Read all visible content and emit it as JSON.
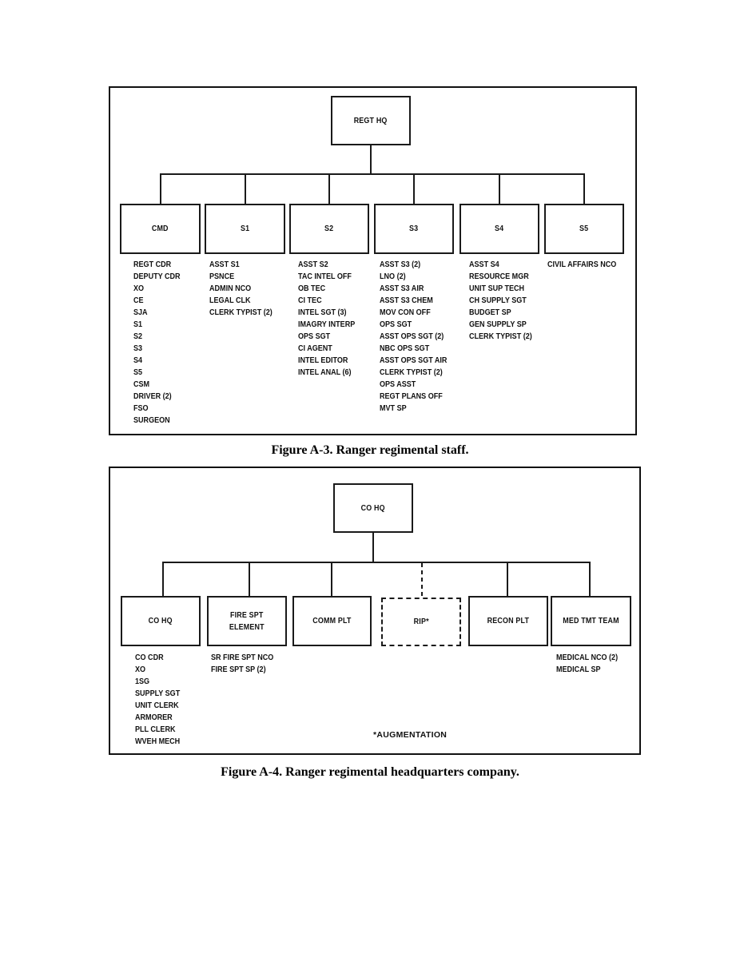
{
  "figure_a3": {
    "caption": "Figure A-3. Ranger regimental staff.",
    "root": "REGT HQ",
    "units": [
      {
        "label": "CMD",
        "positions": [
          "REGT CDR",
          "DEPUTY CDR",
          "XO",
          "CE",
          "SJA",
          "S1",
          "S2",
          "S3",
          "S4",
          "S5",
          "CSM",
          "DRIVER (2)",
          "FSO",
          "SURGEON"
        ]
      },
      {
        "label": "S1",
        "positions": [
          "ASST S1",
          "PSNCE",
          "ADMIN NCO",
          "LEGAL CLK",
          "CLERK TYPIST (2)"
        ]
      },
      {
        "label": "S2",
        "positions": [
          "ASST S2",
          "TAC INTEL OFF",
          "OB TEC",
          "CI TEC",
          "INTEL SGT (3)",
          "IMAGRY INTERP",
          "OPS SGT",
          "CI AGENT",
          "INTEL EDITOR",
          "INTEL ANAL (6)"
        ]
      },
      {
        "label": "S3",
        "positions": [
          "ASST S3 (2)",
          "LNO (2)",
          "ASST S3 AIR",
          "ASST S3 CHEM",
          "MOV CON OFF",
          "OPS SGT",
          "ASST OPS SGT (2)",
          "NBC OPS SGT",
          "ASST OPS SGT AIR",
          "CLERK TYPIST (2)",
          "OPS ASST",
          "REGT PLANS OFF",
          "MVT SP"
        ]
      },
      {
        "label": "S4",
        "positions": [
          "ASST S4",
          "RESOURCE MGR",
          "UNIT SUP TECH",
          "CH SUPPLY SGT",
          "BUDGET SP",
          "GEN SUPPLY SP",
          "CLERK TYPIST (2)"
        ]
      },
      {
        "label": "S5",
        "positions": [
          "CIVIL AFFAIRS NCO"
        ]
      }
    ]
  },
  "figure_a4": {
    "caption": "Figure A-4. Ranger regimental headquarters company.",
    "root": "CO HQ",
    "units": [
      {
        "label": "CO HQ",
        "dashed": false,
        "positions": [
          "CO CDR",
          "XO",
          "1SG",
          "SUPPLY SGT",
          "UNIT CLERK",
          "ARMORER",
          "PLL CLERK",
          "WVEH MECH"
        ]
      },
      {
        "label": "FIRE SPT\nELEMENT",
        "dashed": false,
        "positions": [
          "SR FIRE SPT NCO",
          "FIRE SPT SP (2)"
        ]
      },
      {
        "label": "COMM PLT",
        "dashed": false,
        "positions": []
      },
      {
        "label": "RIP*",
        "dashed": true,
        "positions": []
      },
      {
        "label": "RECON PLT",
        "dashed": false,
        "positions": []
      },
      {
        "label": "MED TMT TEAM",
        "dashed": false,
        "positions": [
          "MEDICAL NCO (2)",
          "MEDICAL SP"
        ]
      }
    ],
    "footnote": "*AUGMENTATION"
  }
}
